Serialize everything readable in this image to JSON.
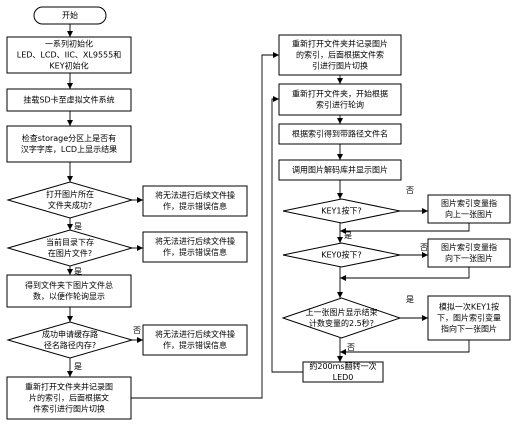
{
  "nodes": {
    "start": [
      "开始"
    ],
    "init": [
      "一系列初始化",
      "LED、LCD、IIC、XL9555和",
      "KEY初始化"
    ],
    "sd": [
      "挂载SD卡至虚拟文件系统"
    ],
    "font": [
      "检查storage分区上是否有",
      "汉字字库，LCD上显示结果"
    ],
    "d_open": [
      "打开图片所在",
      "文件夹成功?"
    ],
    "fail1": [
      "将无法进行后续文件操",
      "作，提示错误信息"
    ],
    "d_has": [
      "当前目录下存",
      "在图片文件?"
    ],
    "fail2": [
      "将无法进行后续文件操",
      "作，提示错误信息"
    ],
    "count": [
      "得到文件夹下图片文件总",
      "数，以便作轮询显示"
    ],
    "d_mem": [
      "成功申请缓存路",
      "径名路径内存?"
    ],
    "fail3": [
      "将无法进行后续文件操",
      "作，提示错误信息"
    ],
    "reopen1": [
      "重新打开文件夹并记录图",
      "片的索引，后面根据文",
      "件索引进行图片切换"
    ],
    "reopen2": [
      "重新打开文件夹并记录图片",
      "的索引，后面根据文件索",
      "引进行图片切换"
    ],
    "open_poll": [
      "重新打开文件夹，开始根据",
      "索引进行轮询"
    ],
    "getpath": [
      "根据索引得到带路径文件名"
    ],
    "decode": [
      "调用图片解码库并显示图片"
    ],
    "d_key1": [
      "KEY1按下?"
    ],
    "prev": [
      "图片索引变量指",
      "向上一张图片"
    ],
    "d_key0": [
      "KEY0按下?"
    ],
    "next1": [
      "图片索引变量指",
      "向下一张图片"
    ],
    "d_time": [
      "上一张图片显示结束",
      "计数变量的2.5秒?"
    ],
    "next2": [
      "模拟一次KEY1按",
      "下，图片索引变量",
      "指向下一张图片"
    ],
    "led": [
      "約200ms翻转一次",
      "LED0"
    ]
  },
  "labels": {
    "yes": "是",
    "no": "否"
  }
}
